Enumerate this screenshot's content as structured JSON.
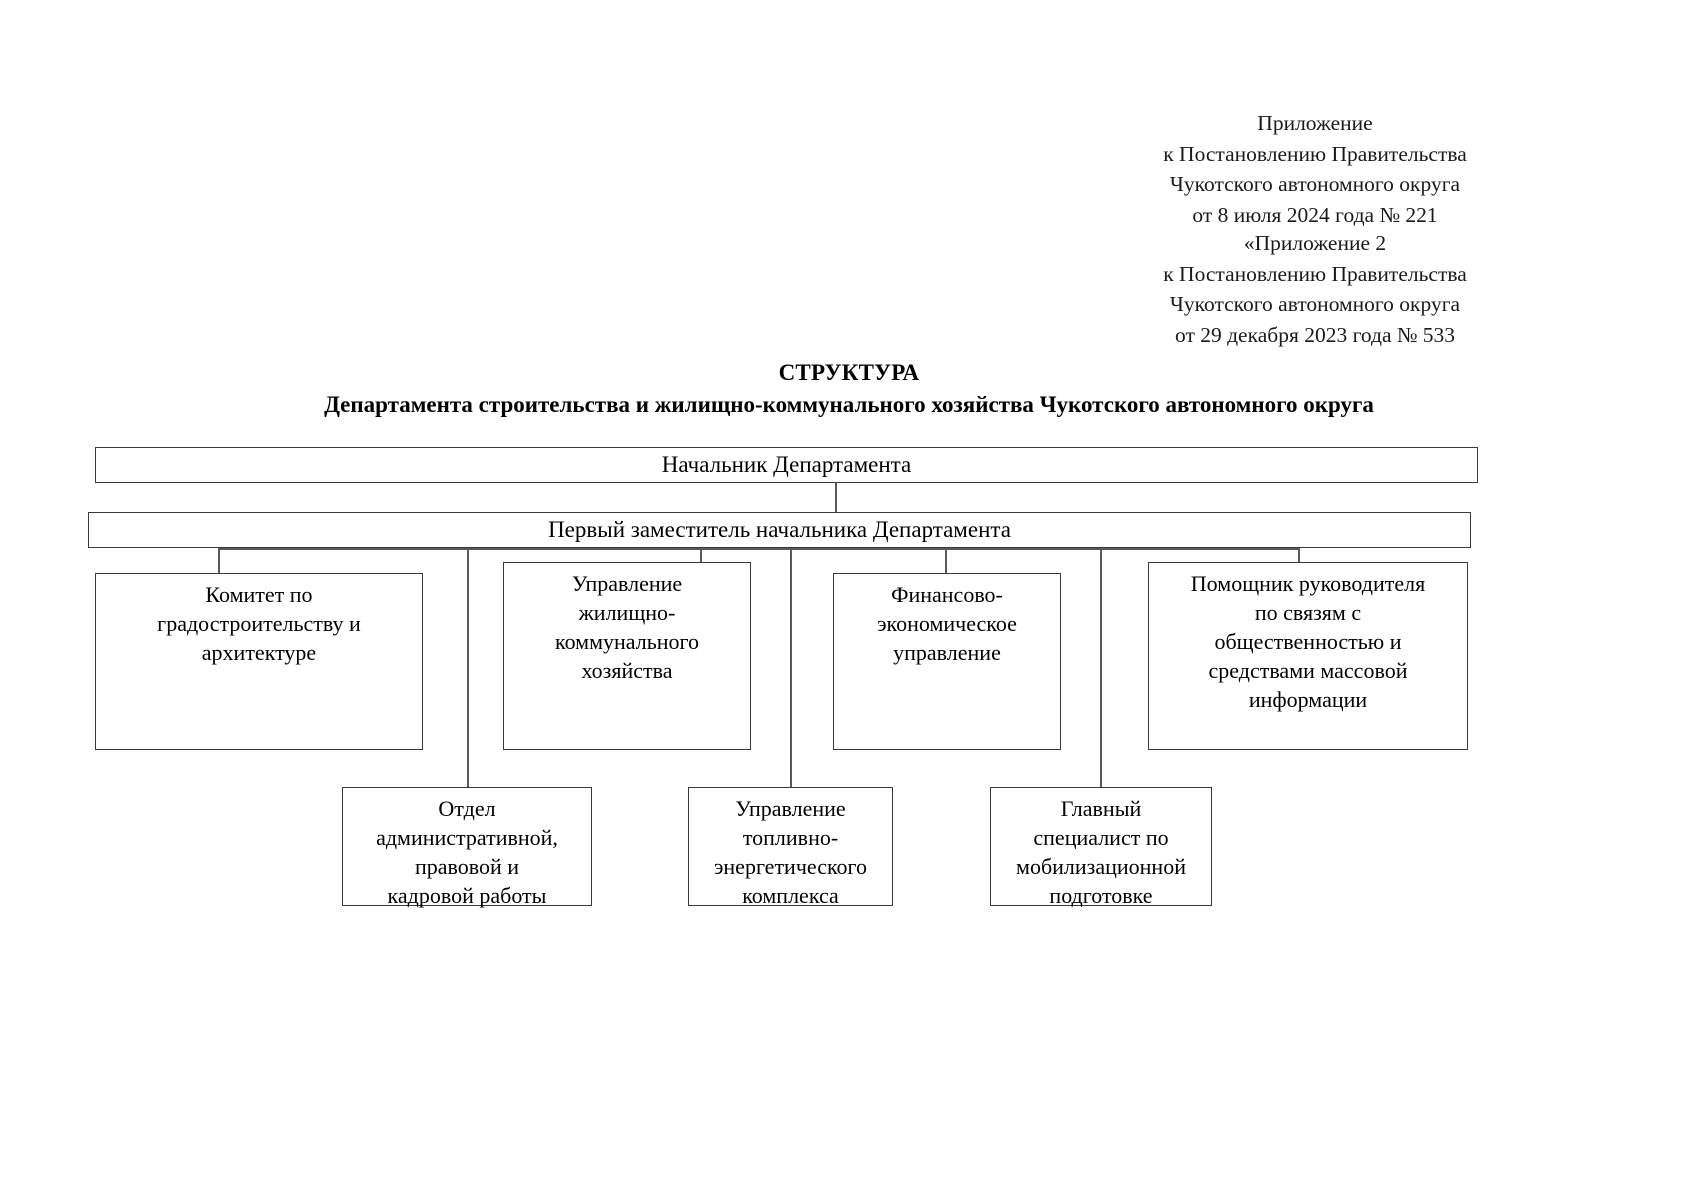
{
  "header": {
    "primary_reference": "Приложение\nк Постановлению Правительства\nЧукотского автономного округа\nот  8 июля 2024 года  №  221",
    "secondary_reference": "«Приложение 2\nк Постановлению Правительства\nЧукотского автономного округа\nот 29 декабря 2023 года № 533"
  },
  "title": {
    "heading": "СТРУКТУРА",
    "subheading": "Департамента строительства и жилищно-коммунального хозяйства Чукотского автономного округа"
  },
  "chart_data": {
    "type": "diagram",
    "diagram_kind": "organizational-chart",
    "title": "СТРУКТУРА Департамента строительства и жилищно-коммунального хозяйства Чукотского автономного округа",
    "orientation": "top-down",
    "levels": [
      {
        "level": 1,
        "nodes": [
          {
            "id": "head",
            "label": "Начальник Департамента",
            "shape": "full-width-bar"
          }
        ]
      },
      {
        "level": 2,
        "nodes": [
          {
            "id": "deputy",
            "label": "Первый заместитель начальника Департамента",
            "shape": "full-width-bar"
          }
        ]
      },
      {
        "level": 3,
        "nodes": [
          {
            "id": "unit1",
            "label": "Комитет по\nградостроительству и\nархитектуре",
            "shape": "box"
          },
          {
            "id": "unit2",
            "label": "Управление\nжилищно-\nкоммунального\nхозяйства",
            "shape": "box"
          },
          {
            "id": "unit3",
            "label": "Финансово-\nэкономическое\nуправление",
            "shape": "box"
          },
          {
            "id": "unit4",
            "label": "Помощник руководителя\nпо связям с\nобщественностью и\nсредствами массовой\nинформации",
            "shape": "box"
          }
        ]
      },
      {
        "level": 4,
        "nodes": [
          {
            "id": "unit5",
            "label": "Отдел\nадминистративной,\nправовой и\nкадровой работы",
            "shape": "box"
          },
          {
            "id": "unit6",
            "label": "Управление\nтопливно-\nэнергетического\nкомплекса",
            "shape": "box"
          },
          {
            "id": "unit7",
            "label": "Главный\nспециалист по\nмобилизационной\nподготовке",
            "shape": "box"
          }
        ]
      }
    ],
    "edges": [
      {
        "from": "head",
        "to": "deputy"
      },
      {
        "from": "deputy",
        "to": "unit1"
      },
      {
        "from": "deputy",
        "to": "unit2"
      },
      {
        "from": "deputy",
        "to": "unit3"
      },
      {
        "from": "deputy",
        "to": "unit4"
      },
      {
        "from": "deputy",
        "to": "unit5"
      },
      {
        "from": "deputy",
        "to": "unit6"
      },
      {
        "from": "deputy",
        "to": "unit7"
      }
    ],
    "colors": {
      "border": "#3a3a3a",
      "connector": "#5a5a5a",
      "background": "#ffffff",
      "text": "#000000"
    }
  }
}
